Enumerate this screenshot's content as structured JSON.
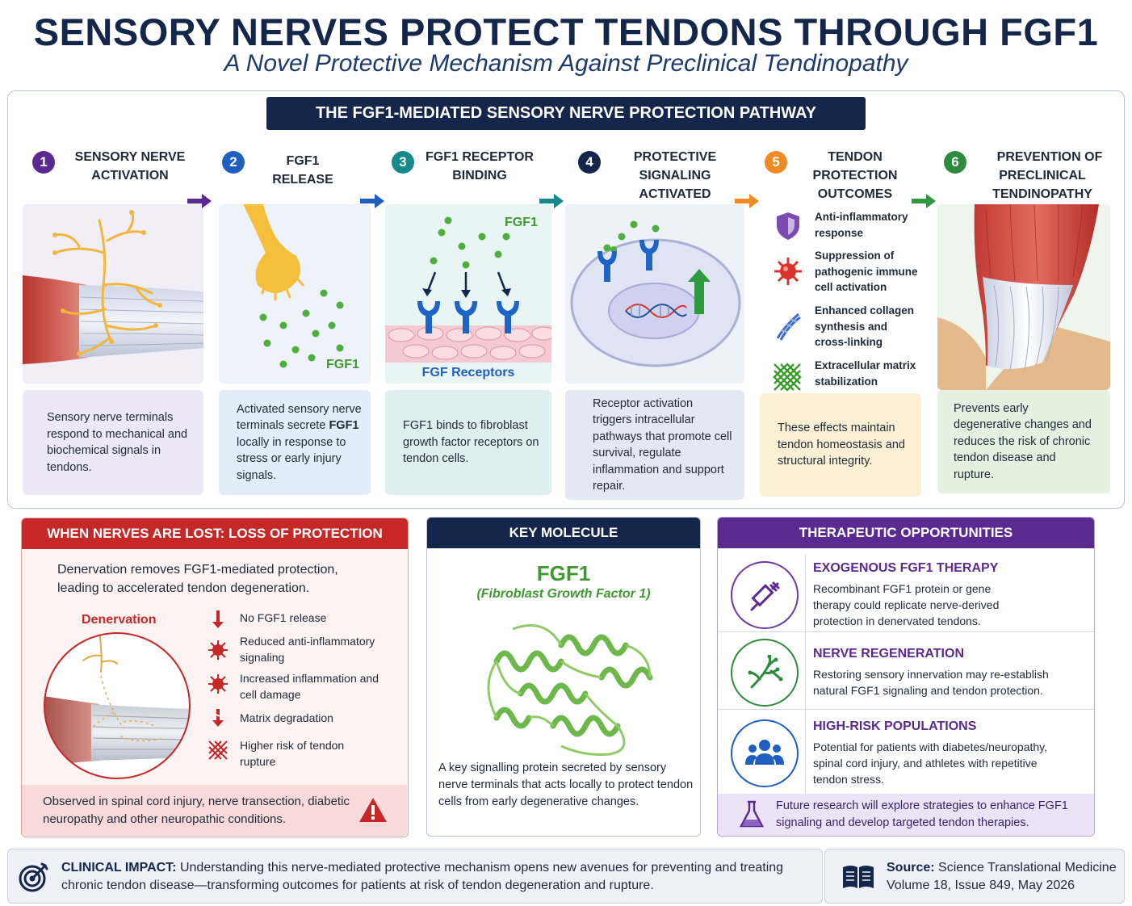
{
  "header": {
    "title": "SENSORY NERVES PROTECT TENDONS THROUGH FGF1",
    "subtitle": "A Novel Protective Mechanism Against Preclinical Tendinopathy"
  },
  "pathway": {
    "title": "THE FGF1-MEDIATED SENSORY NERVE PROTECTION PATHWAY",
    "steps": [
      {
        "num": "1",
        "label_1": "SENSORY NERVE",
        "label_2": "ACTIVATION",
        "desc": "Sensory nerve terminals respond to mechanical and biochemical signals in tendons.",
        "color": "#5b2a91"
      },
      {
        "num": "2",
        "label_1": "FGF1 RELEASE",
        "label_2": "",
        "desc_a": "Activated sensory nerve terminals secrete ",
        "desc_b": "FGF1",
        "desc_c": " locally in response to stress or early injury signals.",
        "img_label": "FGF1",
        "color": "#1e5fbf"
      },
      {
        "num": "3",
        "label_1": "FGF1 RECEPTOR",
        "label_2": "BINDING",
        "desc": "FGF1 binds to fibroblast growth factor receptors on tendon cells.",
        "img_label_top": "FGF1",
        "img_label_bottom": "FGF Receptors",
        "color": "#148a8a"
      },
      {
        "num": "4",
        "label_1": "PROTECTIVE SIGNALING",
        "label_2": "ACTIVATED",
        "desc": "Receptor activation triggers intracellular pathways that promote cell survival, regulate inflammation and support repair.",
        "color": "#14264a"
      },
      {
        "num": "5",
        "label_1": "TENDON PROTECTION",
        "label_2": "OUTCOMES",
        "desc": "These effects maintain tendon homeostasis and structural integrity.",
        "color": "#f08a24",
        "outcomes": [
          "Anti-inflammatory response",
          "Suppression of pathogenic immune cell activation",
          "Enhanced collagen synthesis and cross-linking",
          "Extracellular matrix stabilization"
        ]
      },
      {
        "num": "6",
        "label_1": "PREVENTION OF",
        "label_2": "PRECLINICAL TENDINOPATHY",
        "desc": "Prevents early degenerative changes and reduces the risk of chronic tendon disease and rupture.",
        "color": "#2e8b3e"
      }
    ]
  },
  "loss": {
    "title": "WHEN NERVES ARE LOST: LOSS OF PROTECTION",
    "intro": "Denervation removes FGF1-mediated protection, leading to accelerated tendon degeneration.",
    "denervation_label": "Denervation",
    "items": [
      "No FGF1 release",
      "Reduced anti-inflammatory signaling",
      "Increased inflammation and cell damage",
      "Matrix degradation",
      "Higher risk of tendon rupture"
    ],
    "footer": "Observed in spinal cord injury, nerve transection, diabetic neuropathy and other neuropathic conditions."
  },
  "key_molecule": {
    "title": "KEY MOLECULE",
    "name": "FGF1",
    "fullname": "(Fibroblast Growth Factor 1)",
    "desc": "A key signalling protein secreted by sensory nerve terminals that acts locally to protect tendon cells from early degenerative changes."
  },
  "therapeutic": {
    "title": "THERAPEUTIC OPPORTUNITIES",
    "items": [
      {
        "title": "EXOGENOUS FGF1 THERAPY",
        "text": "Recombinant FGF1 protein or gene therapy could replicate nerve-derived protection in denervated tendons."
      },
      {
        "title": "NERVE REGENERATION",
        "text": "Restoring sensory innervation may re-establish natural FGF1 signaling and tendon protection."
      },
      {
        "title": "HIGH-RISK POPULATIONS",
        "text": "Potential for patients with diabetes/neuropathy, spinal cord injury, and athletes with repetitive tendon stress."
      }
    ],
    "footer": "Future research will explore strategies to enhance FGF1 signaling and develop targeted tendon therapies."
  },
  "clinical": {
    "label": "CLINICAL IMPACT:",
    "text": "Understanding this nerve-mediated protective mechanism opens new avenues for preventing and treating chronic tendon disease—transforming outcomes for patients at risk of tendon degeneration and rupture."
  },
  "source": {
    "label": "Source:",
    "journal": "Science Translational Medicine",
    "detail": "Volume 18, Issue 849, May 2026"
  }
}
